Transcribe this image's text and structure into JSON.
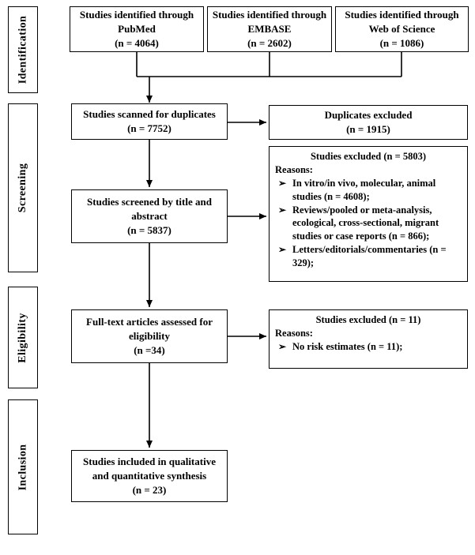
{
  "icons": {
    "bullet": "➢"
  },
  "stages": {
    "identification": "Identification",
    "screening": "Screening",
    "eligibility": "Eligibility",
    "inclusion": "Inclusion"
  },
  "sources": {
    "pubmed": {
      "line1": "Studies identified through",
      "line2": "PubMed",
      "count": "(n = 4064)"
    },
    "embase": {
      "line1": "Studies identified through",
      "line2": "EMBASE",
      "count": "(n = 2602)"
    },
    "wos": {
      "line1": "Studies identified through",
      "line2": "Web of Science",
      "count": "(n = 1086)"
    }
  },
  "flow": {
    "scanned": {
      "text": "Studies scanned for duplicates",
      "count": "(n = 7752)"
    },
    "screened": {
      "text": "Studies screened by title and abstract",
      "count": "(n = 5837)"
    },
    "fulltext": {
      "text": "Full-text articles assessed for eligibility",
      "count": "(n =34)"
    },
    "included": {
      "text": "Studies included in qualitative and quantitative synthesis",
      "count": "(n = 23)"
    }
  },
  "excluded": {
    "duplicates": {
      "title": "Duplicates excluded",
      "count": "(n = 1915)"
    },
    "screening": {
      "title": "Studies excluded (n = 5803)",
      "reasons_label": "Reasons:",
      "items": [
        "In vitro/in vivo, molecular, animal studies (n = 4608);",
        "Reviews/pooled or meta-analysis, ecological, cross-sectional, migrant studies or case reports (n = 866);",
        "Letters/editorials/commentaries (n = 329);"
      ]
    },
    "eligibility": {
      "title": "Studies excluded (n = 11)",
      "reasons_label": "Reasons:",
      "items": [
        "No risk estimates (n = 11);"
      ]
    }
  }
}
